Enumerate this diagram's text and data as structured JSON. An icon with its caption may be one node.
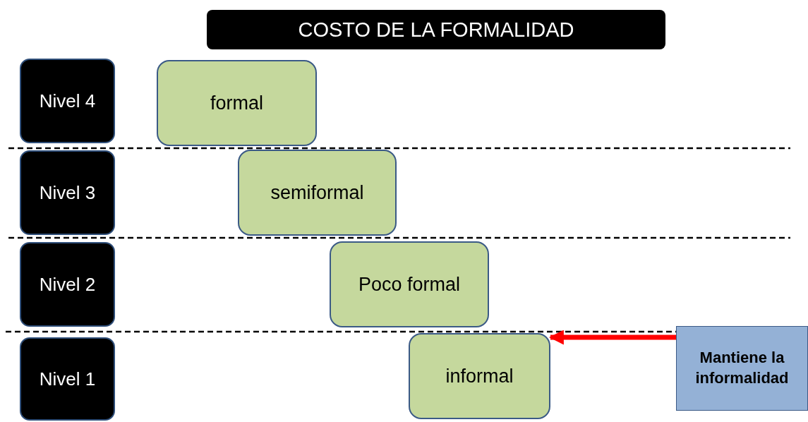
{
  "diagram": {
    "title": "COSTO DE LA FORMALIDAD",
    "nodes": [
      {
        "text": [
          "Nivel 4"
        ]
      },
      {
        "text": [
          "formal"
        ]
      },
      {
        "text": [
          "Nivel 3"
        ]
      },
      {
        "text": [
          "semiformal"
        ]
      },
      {
        "text": [
          "Nivel 2"
        ]
      },
      {
        "text": [
          "Poco formal"
        ]
      },
      {
        "text": [
          "Nivel 1"
        ]
      },
      {
        "text": [
          "informal"
        ]
      },
      {
        "text": [
          "Mantiene la informalidad"
        ]
      }
    ],
    "edges": [
      {
        "from": 8,
        "to": 7,
        "arrow": "to",
        "color": "#ff0000"
      }
    ]
  }
}
